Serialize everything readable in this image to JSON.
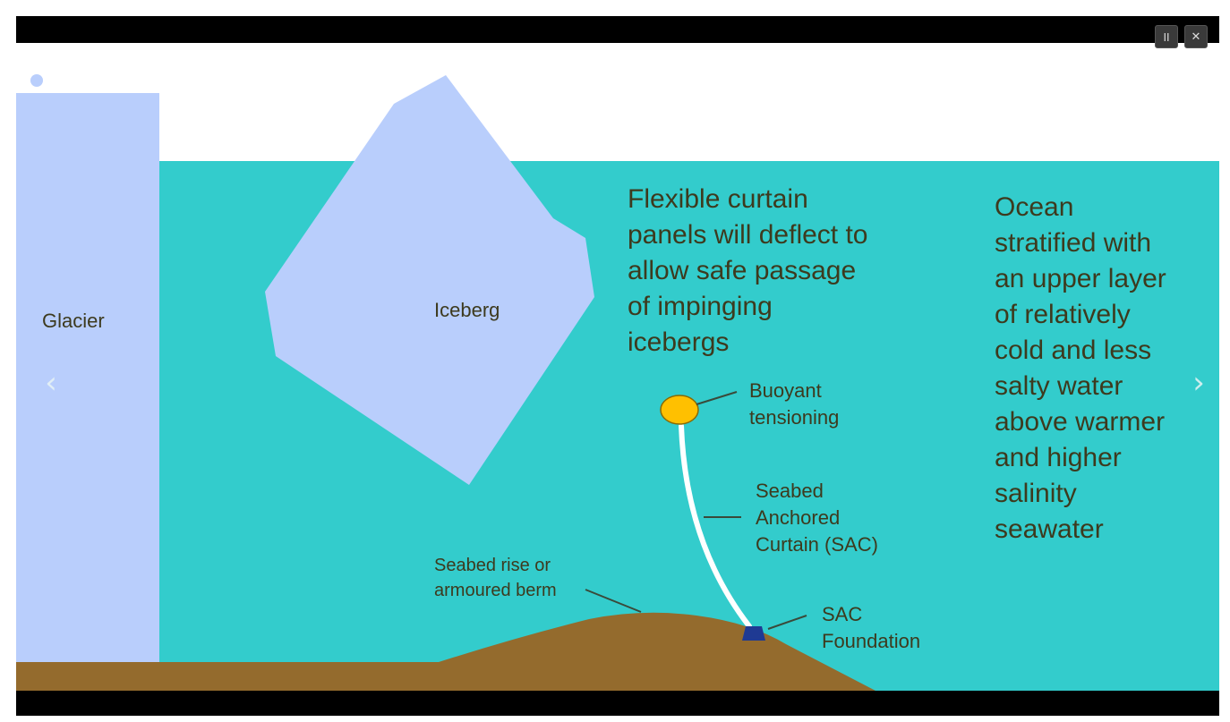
{
  "player": {
    "pause_icon": "pause-icon",
    "close_icon": "close-icon",
    "prev_icon": "chevron-left-icon",
    "next_icon": "chevron-right-icon",
    "pause_glyph": "II",
    "close_glyph": "✕",
    "prev_glyph": "‹",
    "next_glyph": "›"
  },
  "diagram": {
    "glacier_label": "Glacier",
    "iceberg_label": "Iceberg",
    "headline_lines": [
      "Flexible curtain",
      "panels will deflect to",
      "allow safe passage",
      "of impinging",
      "icebergs"
    ],
    "ocean_note_lines": [
      "Ocean",
      "stratified with",
      "an upper layer",
      "of relatively",
      "cold and less",
      "salty water",
      "above warmer",
      "and higher",
      "salinity",
      "seawater"
    ],
    "buoy_label_lines": [
      "Buoyant",
      "tensioning"
    ],
    "curtain_label_lines": [
      "Seabed",
      "Anchored",
      "Curtain (SAC)"
    ],
    "berm_label_lines": [
      "Seabed rise or",
      "armoured berm"
    ],
    "foundation_label_lines": [
      "SAC",
      "Foundation"
    ]
  },
  "colors": {
    "sky": "#ffffff",
    "ocean": "#33cccc",
    "ice": "#b9cefc",
    "seabed": "#946b2d",
    "buoy": "#ffc000",
    "foundation": "#1f3a93",
    "curtain": "#ffffff",
    "text": "#3d3a1e"
  }
}
